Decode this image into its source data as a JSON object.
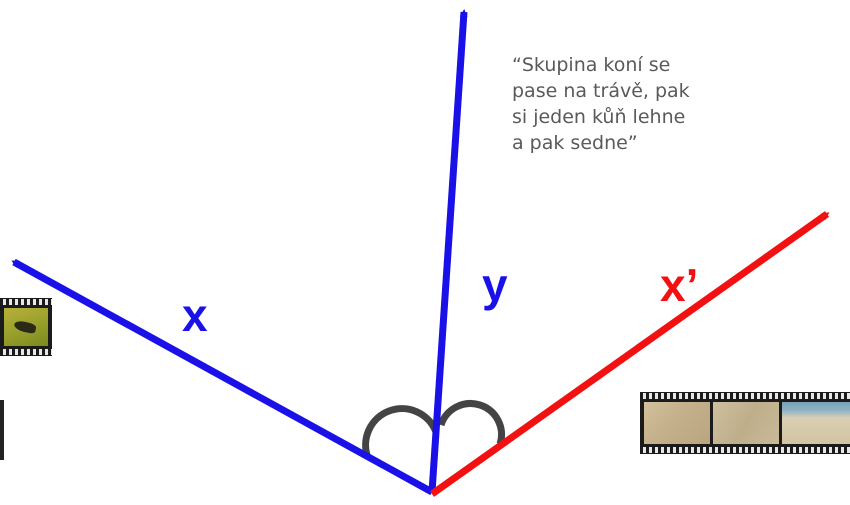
{
  "caption": "“Skupina koní se\npase na trávě, pak\nsi jeden kůň lehne\na pak sedne”",
  "labels": {
    "x": "x",
    "y": "y",
    "x_prime": "x’"
  },
  "colors": {
    "blue_axis": "#1a10e8",
    "red_axis": "#f21010",
    "angle_arc": "#444444",
    "caption_text": "#5a5a5a"
  },
  "icons": {
    "left_thumbnail": "film-strip-thumbnail",
    "right_thumbnail": "film-strip-thumbnail"
  }
}
